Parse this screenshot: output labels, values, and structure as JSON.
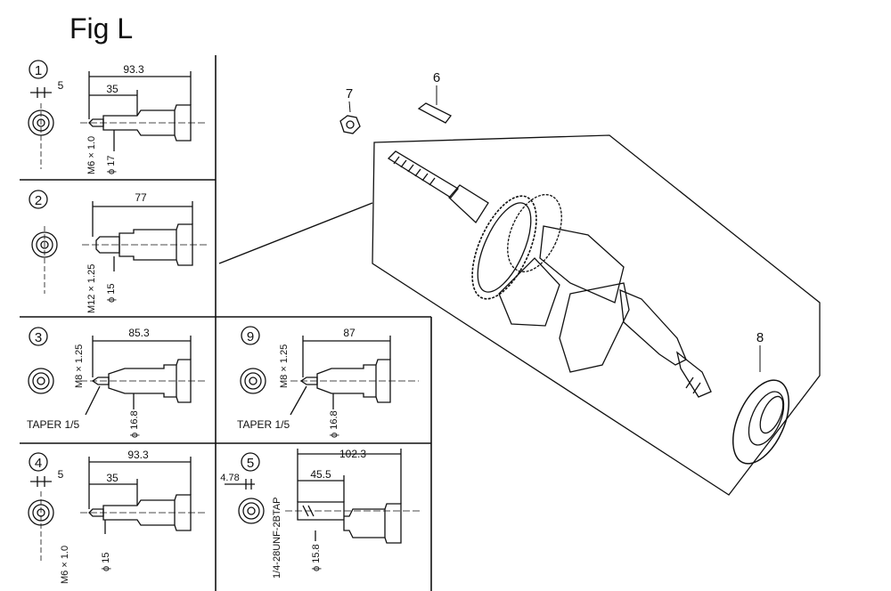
{
  "title": "Fig L",
  "panels": [
    {
      "circle_num": "1",
      "dims": [
        "93.3",
        "35",
        "5"
      ],
      "thread": "M6 × 1.0",
      "dia": "ϕ 17",
      "taper": ""
    },
    {
      "circle_num": "2",
      "dims": [
        "77"
      ],
      "thread": "M12 × 1.25",
      "dia": "ϕ 15",
      "taper": ""
    },
    {
      "circle_num": "3",
      "dims": [
        "85.3"
      ],
      "thread": "M8 × 1.25",
      "dia": "ϕ 16.8",
      "taper": "TAPER 1/5"
    },
    {
      "circle_num": "9",
      "dims": [
        "87"
      ],
      "thread": "M8 × 1.25",
      "dia": "ϕ 16.8",
      "taper": "TAPER 1/5"
    },
    {
      "circle_num": "4",
      "dims": [
        "93.3",
        "35",
        "5"
      ],
      "thread": "M6 × 1.0",
      "dia": "ϕ 15",
      "taper": ""
    },
    {
      "circle_num": "5",
      "dims": [
        "102.3",
        "45.5",
        "4.78"
      ],
      "thread": "1/4-28UNF-2BTAP",
      "dia": "ϕ 15.8",
      "taper": ""
    }
  ],
  "callouts": [
    "7",
    "6",
    "8"
  ]
}
